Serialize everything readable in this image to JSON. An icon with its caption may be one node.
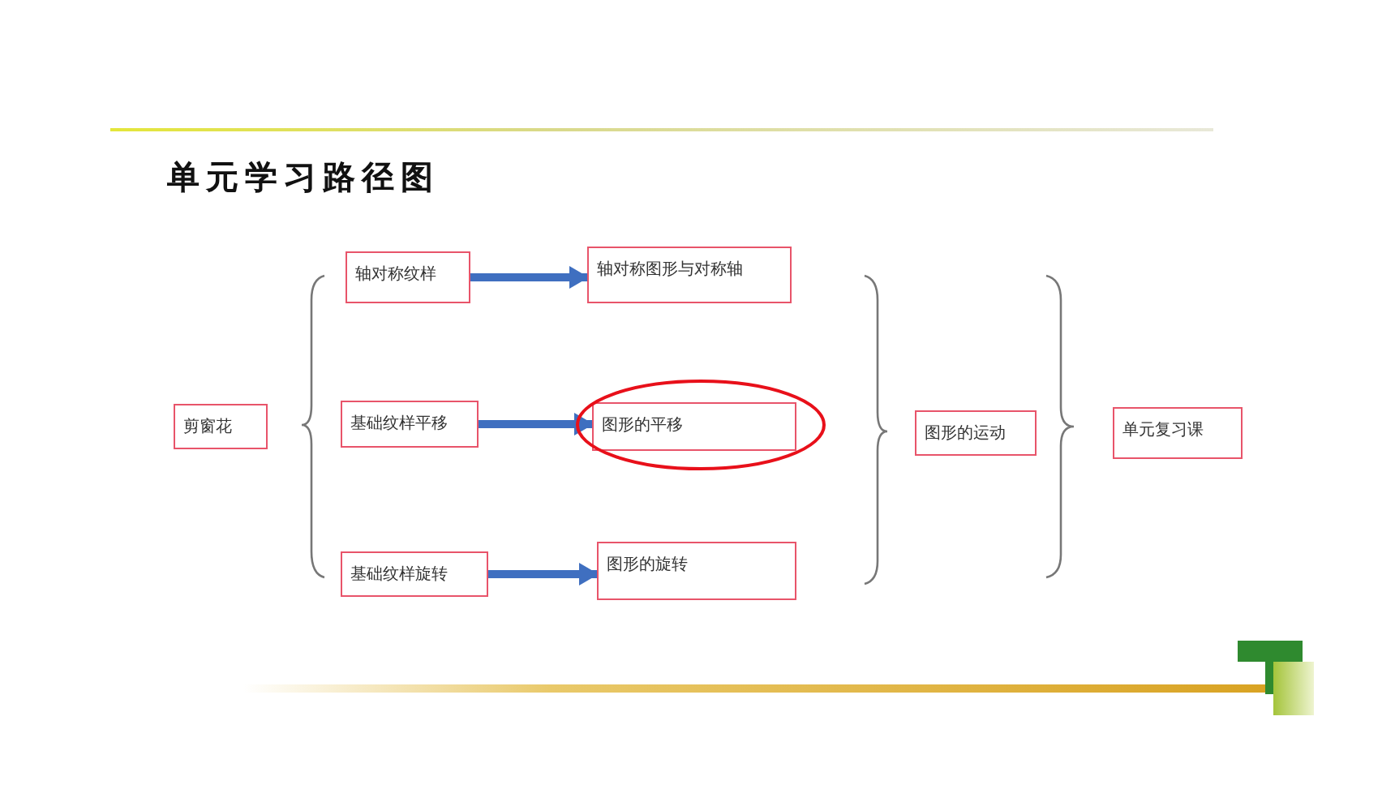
{
  "diagram": {
    "title": "单元学习路径图",
    "nodes": [
      {
        "text": [
          "剪窗花"
        ]
      },
      {
        "text": [
          "轴对称纹样"
        ]
      },
      {
        "text": [
          "基础纹样平移"
        ]
      },
      {
        "text": [
          "基础纹样旋转"
        ]
      },
      {
        "text": [
          "轴对称图形与对称轴"
        ]
      },
      {
        "text": [
          "图形的平移"
        ]
      },
      {
        "text": [
          "图形的旋转"
        ]
      },
      {
        "text": [
          "图形的运动"
        ]
      },
      {
        "text": [
          "单元复习课"
        ]
      }
    ],
    "edges": [
      {
        "from": 1,
        "to": 4,
        "arrow": "to"
      },
      {
        "from": 2,
        "to": 5,
        "arrow": "to"
      },
      {
        "from": 3,
        "to": 6,
        "arrow": "to"
      }
    ]
  }
}
